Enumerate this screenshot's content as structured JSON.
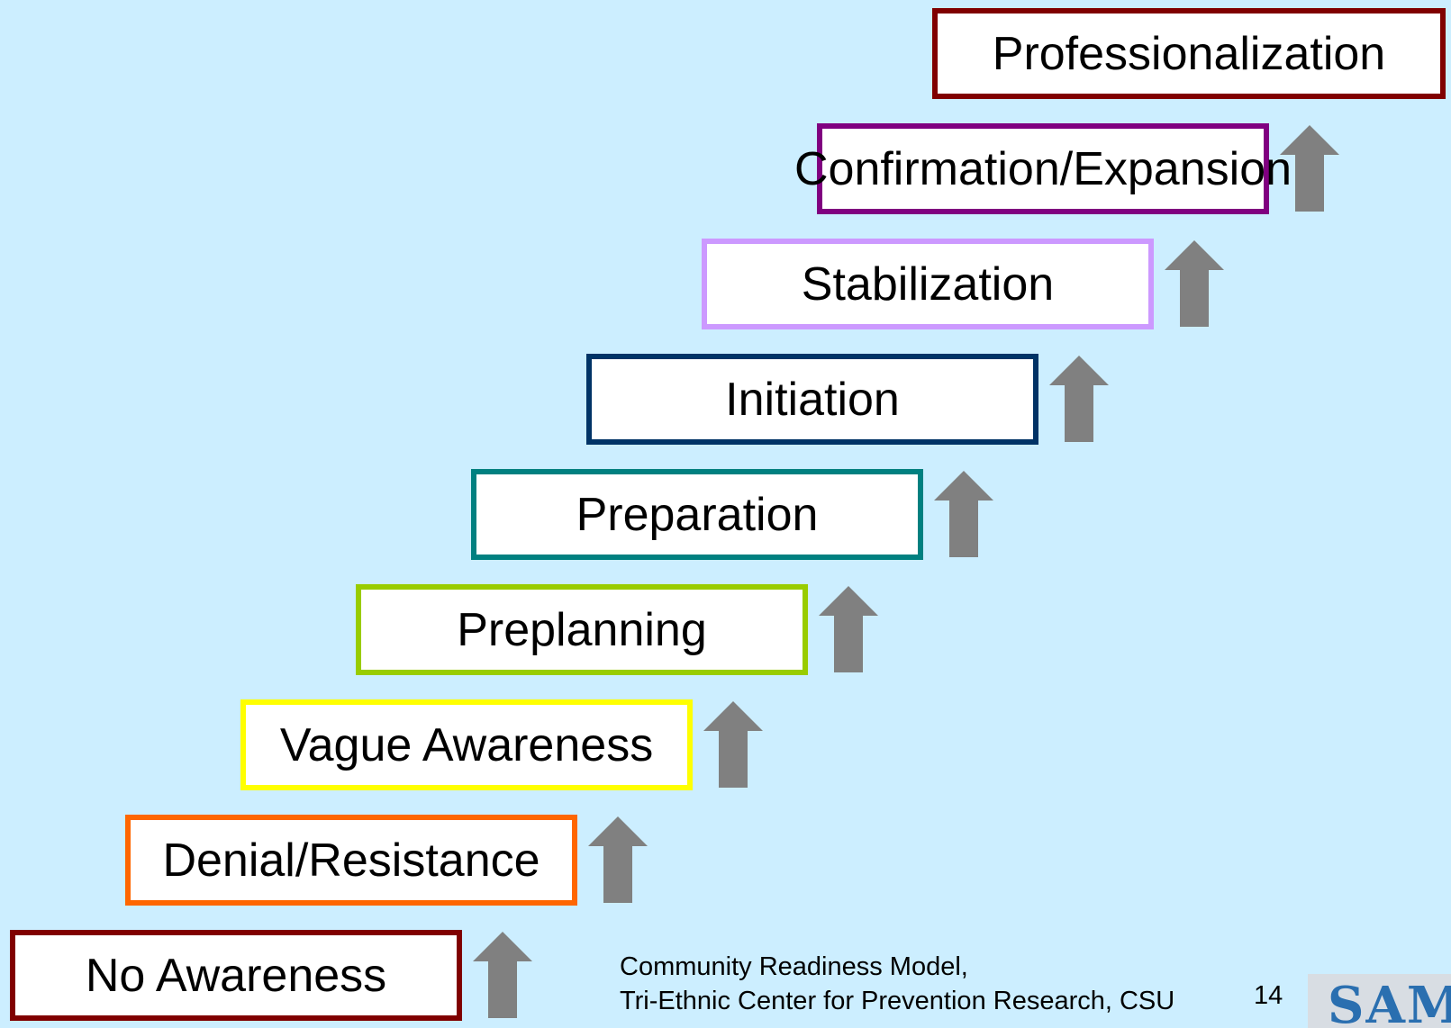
{
  "stages": [
    {
      "label": "No Awareness",
      "color": "#800000"
    },
    {
      "label": "Denial/Resistance",
      "color": "#ff6600"
    },
    {
      "label": "Vague Awareness",
      "color": "#ffff00"
    },
    {
      "label": "Preplanning",
      "color": "#99cc00"
    },
    {
      "label": "Preparation",
      "color": "#008080"
    },
    {
      "label": "Initiation",
      "color": "#003366"
    },
    {
      "label": "Stabilization",
      "color": "#cc99ff"
    },
    {
      "label": "Confirmation/Expansion",
      "color": "#800080"
    },
    {
      "label": "Professionalization",
      "color": "#800000"
    }
  ],
  "arrow_color": "#808080",
  "arrow_icon": "up-arrow-icon",
  "footer": {
    "line1": "Community Readiness Model,",
    "line2": "Tri-Ethnic Center for Prevention Research, CSU",
    "page_number": "14"
  },
  "logo": {
    "text": "SAMH"
  }
}
